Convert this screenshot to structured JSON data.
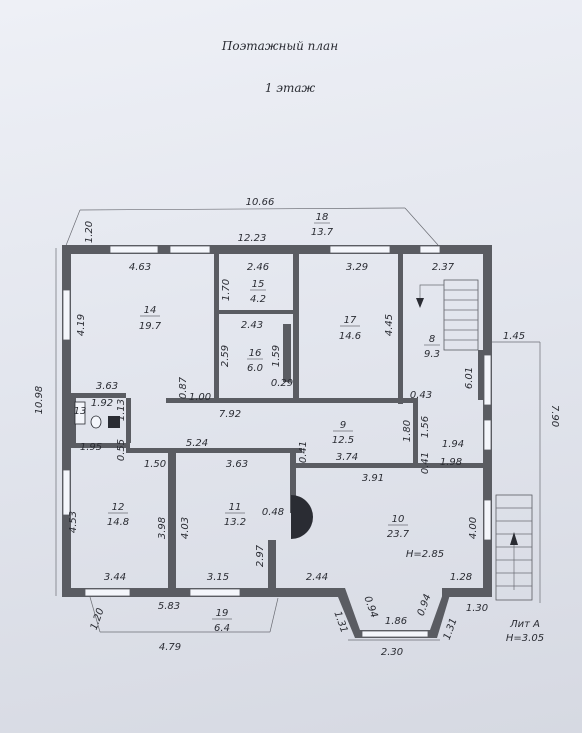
{
  "title": "Поэтажный план",
  "subtitle": "1 этаж",
  "lit": "Лит А",
  "height_total": "H=3.05",
  "rooms": [
    {
      "num": "14",
      "area": "19.7"
    },
    {
      "num": "15",
      "area": "4.2"
    },
    {
      "num": "16",
      "area": "6.0"
    },
    {
      "num": "17",
      "area": "14.6"
    },
    {
      "num": "18",
      "area": "13.7"
    },
    {
      "num": "8",
      "area": "9.3"
    },
    {
      "num": "9",
      "area": "12.5"
    },
    {
      "num": "13",
      "area": ""
    },
    {
      "num": "12",
      "area": "14.8"
    },
    {
      "num": "11",
      "area": "13.2"
    },
    {
      "num": "10",
      "area": "23.7"
    },
    {
      "num": "19",
      "area": "6.4"
    }
  ],
  "room10_height": "H=2.85",
  "dims": {
    "top_overall": "10.66",
    "top_inner": "12.23",
    "top_left_offset": "1.20",
    "left_overall": "10.98",
    "right_overall": "7.90",
    "right_offset": "1.45",
    "r14_top": "4.63",
    "r14_side": "4.19",
    "r15_top": "2.46",
    "r15_side": "1.70",
    "r16_top": "2.43",
    "r16_side": "2.59",
    "r16_small": "1.59",
    "r16_bottom": "0.29",
    "r17_top": "3.29",
    "r17_side": "4.45",
    "r8_top": "2.37",
    "r8_side": "6.01",
    "r8_bottom": "0.43",
    "hall_top_left": "3.63",
    "hall_a": "1.92",
    "hall_b": "1.13",
    "hall_c": "0.87",
    "hall_d": "1.00",
    "hall_e": "7.92",
    "hall_f": "1.95",
    "hall_g": "0.55",
    "hall_h": "5.24",
    "r9_side": "1.80",
    "r9_side2": "1.56",
    "r9_bottom": "3.74",
    "r9_right_a": "1.94",
    "r9_right_b": "1.98",
    "r9_small": "0.41",
    "r9_small2": "0.41",
    "r12_top": "1.50",
    "r11_top": "3.63",
    "r10_top": "3.91",
    "r12_side": "4.53",
    "r12_side2": "3.98",
    "r11_side": "4.03",
    "r11_door": "0.48",
    "r11_side2": "2.97",
    "r10_side": "4.00",
    "r12_bottom": "3.44",
    "r11_bottom": "3.15",
    "r10_bottom": "2.44",
    "r10_right": "1.28",
    "bay_a": "0.94",
    "bay_b": "1.86",
    "bay_c": "0.94",
    "bay_d": "1.31",
    "bay_e": "1.31",
    "bay_overall": "2.30",
    "porch_r": "1.30",
    "porch_top": "5.83",
    "porch_left": "1.20",
    "bottom_overall": "4.79"
  }
}
